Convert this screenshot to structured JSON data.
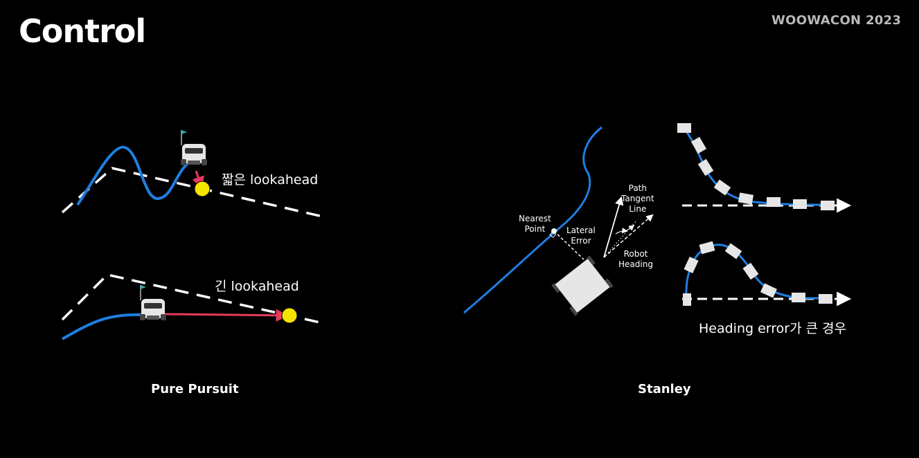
{
  "slide": {
    "title": "Control",
    "brand": "WOOWACON 2023"
  },
  "pure_pursuit": {
    "short_label": "짧은 lookahead",
    "long_label": "긴 lookahead",
    "caption": "Pure Pursuit"
  },
  "stanley": {
    "nearest_point": "Nearest\nPoint",
    "lateral_error": "Lateral\nError",
    "path_tangent": "Path\nTangent\nLine",
    "robot_heading": "Robot\nHeading",
    "heading_error_label": "Heading error가 큰 경우",
    "caption": "Stanley"
  },
  "colors": {
    "path_blue": "#1f7fe0",
    "lookahead_red": "#e8395d",
    "target_yellow": "#f5e400",
    "robot_gray": "#e6e6e6"
  }
}
